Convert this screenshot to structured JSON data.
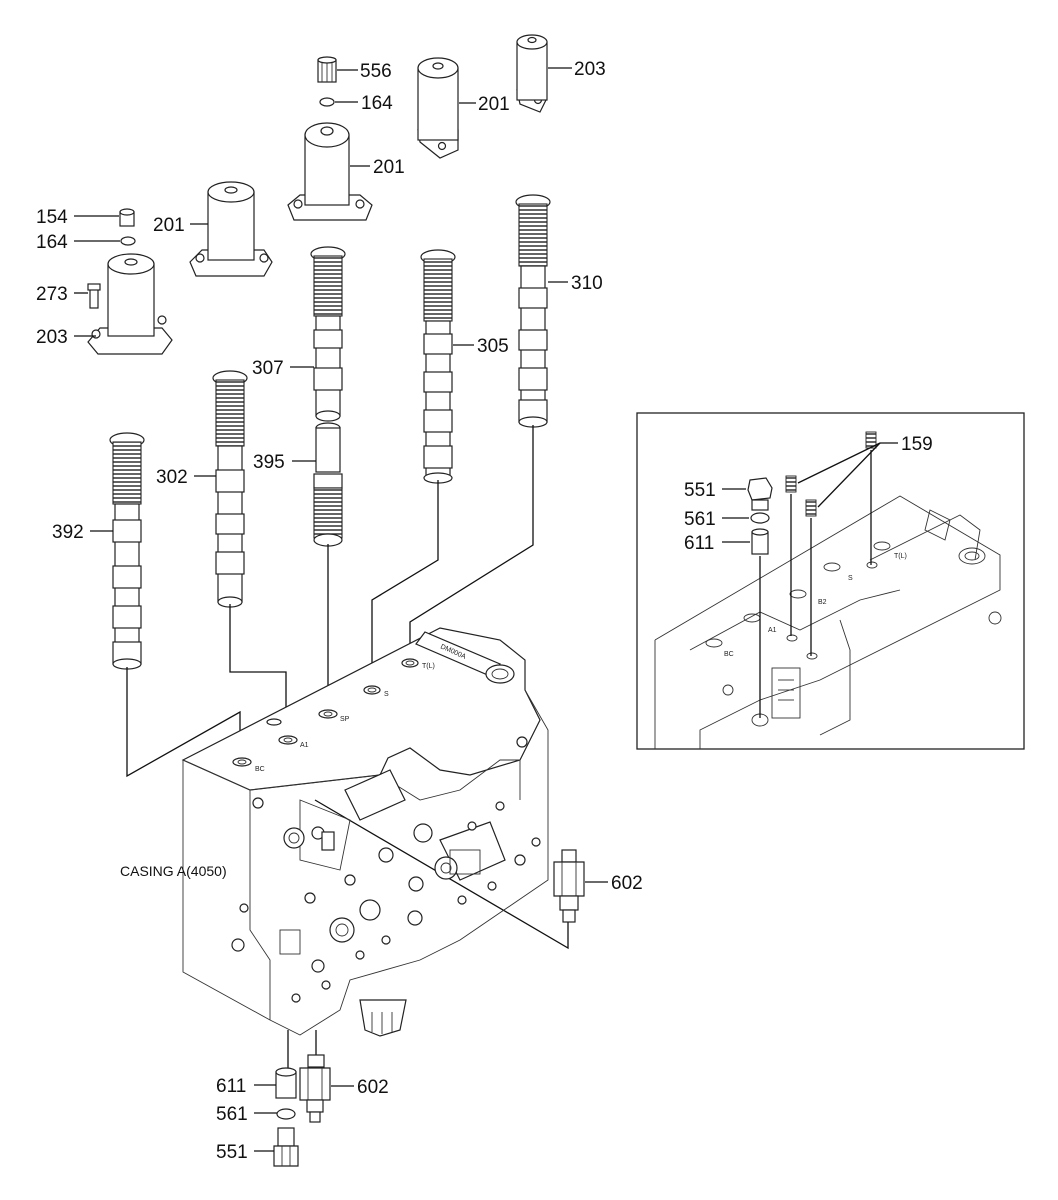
{
  "callouts": {
    "c556": "556",
    "c164a": "164",
    "c201a": "201",
    "c203a": "203",
    "c201b": "201",
    "c154": "154",
    "c164b": "164",
    "c201c": "201",
    "c273": "273",
    "c203b": "203",
    "c310": "310",
    "c305": "305",
    "c307": "307",
    "c395": "395",
    "c302": "302",
    "c392": "392",
    "c159": "159",
    "c551a": "551",
    "c561a": "561",
    "c611a": "611",
    "c602a": "602",
    "c611b": "611",
    "c602b": "602",
    "c561b": "561",
    "c551b": "551"
  },
  "casing_label": "CASING A(4050)",
  "port_marks": {
    "bc": "BC",
    "a1": "A1",
    "sp": "SP",
    "s": "S",
    "tl": "T(L)",
    "b2": "B2",
    "plate": "DM000A"
  }
}
